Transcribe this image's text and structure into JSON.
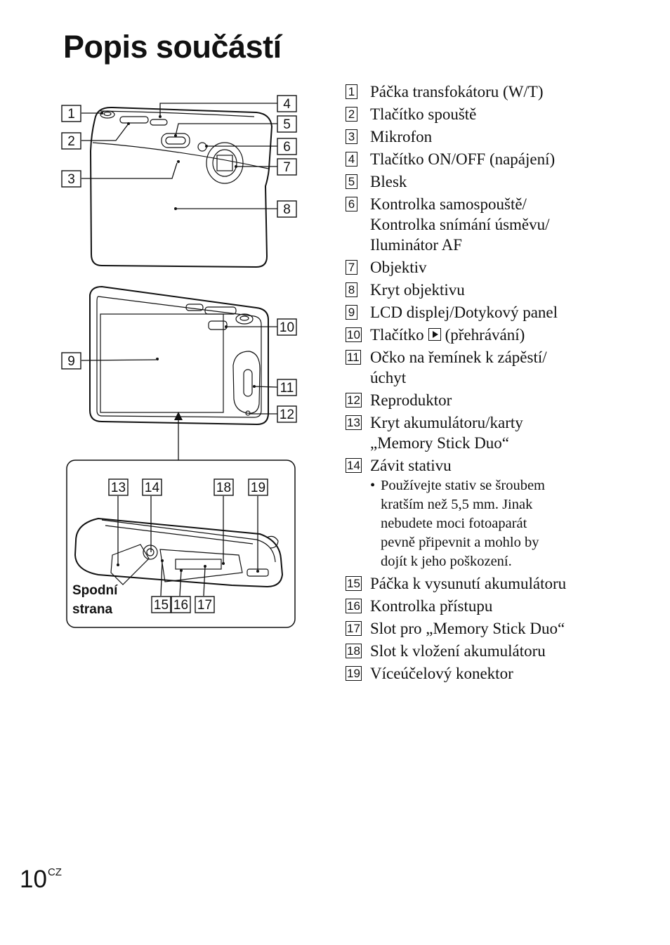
{
  "title": "Popis součástí",
  "callouts": {
    "c1": "1",
    "c2": "2",
    "c3": "3",
    "c4": "4",
    "c5": "5",
    "c6": "6",
    "c7": "7",
    "c8": "8",
    "c9": "9",
    "c10": "10",
    "c11": "11",
    "c12": "12",
    "c13": "13",
    "c14": "14",
    "c15": "15",
    "c16": "16",
    "c17": "17",
    "c18": "18",
    "c19": "19"
  },
  "bottom_view_label": {
    "line1": "Spodní",
    "line2": "strana"
  },
  "parts": {
    "p1": {
      "num": "1",
      "text": "Páčka transfokátoru (W/T)"
    },
    "p2": {
      "num": "2",
      "text": "Tlačítko spouště"
    },
    "p3": {
      "num": "3",
      "text": "Mikrofon"
    },
    "p4": {
      "num": "4",
      "text": "Tlačítko ON/OFF (napájení)"
    },
    "p5": {
      "num": "5",
      "text": "Blesk"
    },
    "p6": {
      "num": "6",
      "line1": "Kontrolka samospouště/",
      "line2": "Kontrolka snímání úsměvu/",
      "line3": "Iluminátor AF"
    },
    "p7": {
      "num": "7",
      "text": "Objektiv"
    },
    "p8": {
      "num": "8",
      "text": "Kryt objektivu"
    },
    "p9": {
      "num": "9",
      "text": "LCD displej/Dotykový panel"
    },
    "p10": {
      "num": "10",
      "before": "Tlačítko",
      "after": "(přehrávání)"
    },
    "p11": {
      "num": "11",
      "line1": "Očko na řemínek k zápěstí/",
      "line2": "úchyt"
    },
    "p12": {
      "num": "12",
      "text": "Reproduktor"
    },
    "p13": {
      "num": "13",
      "line1": "Kryt akumulátoru/karty",
      "line2": "„Memory Stick Duo“"
    },
    "p14": {
      "num": "14",
      "text": "Závit stativu",
      "note": {
        "l1": "Používejte stativ se šroubem",
        "l2": "kratším než 5,5 mm. Jinak",
        "l3": "nebudete moci fotoaparát",
        "l4": "pevně připevnit a mohlo by",
        "l5": "dojít k jeho poškození."
      }
    },
    "p15": {
      "num": "15",
      "text": "Páčka k vysunutí akumulátoru"
    },
    "p16": {
      "num": "16",
      "text": "Kontrolka přístupu"
    },
    "p17": {
      "num": "17",
      "text": "Slot pro „Memory Stick Duo“"
    },
    "p18": {
      "num": "18",
      "text": "Slot k vložení akumulátoru"
    },
    "p19": {
      "num": "19",
      "text": "Víceúčelový konektor"
    }
  },
  "page_number": {
    "number": "10",
    "suffix": "CZ"
  }
}
